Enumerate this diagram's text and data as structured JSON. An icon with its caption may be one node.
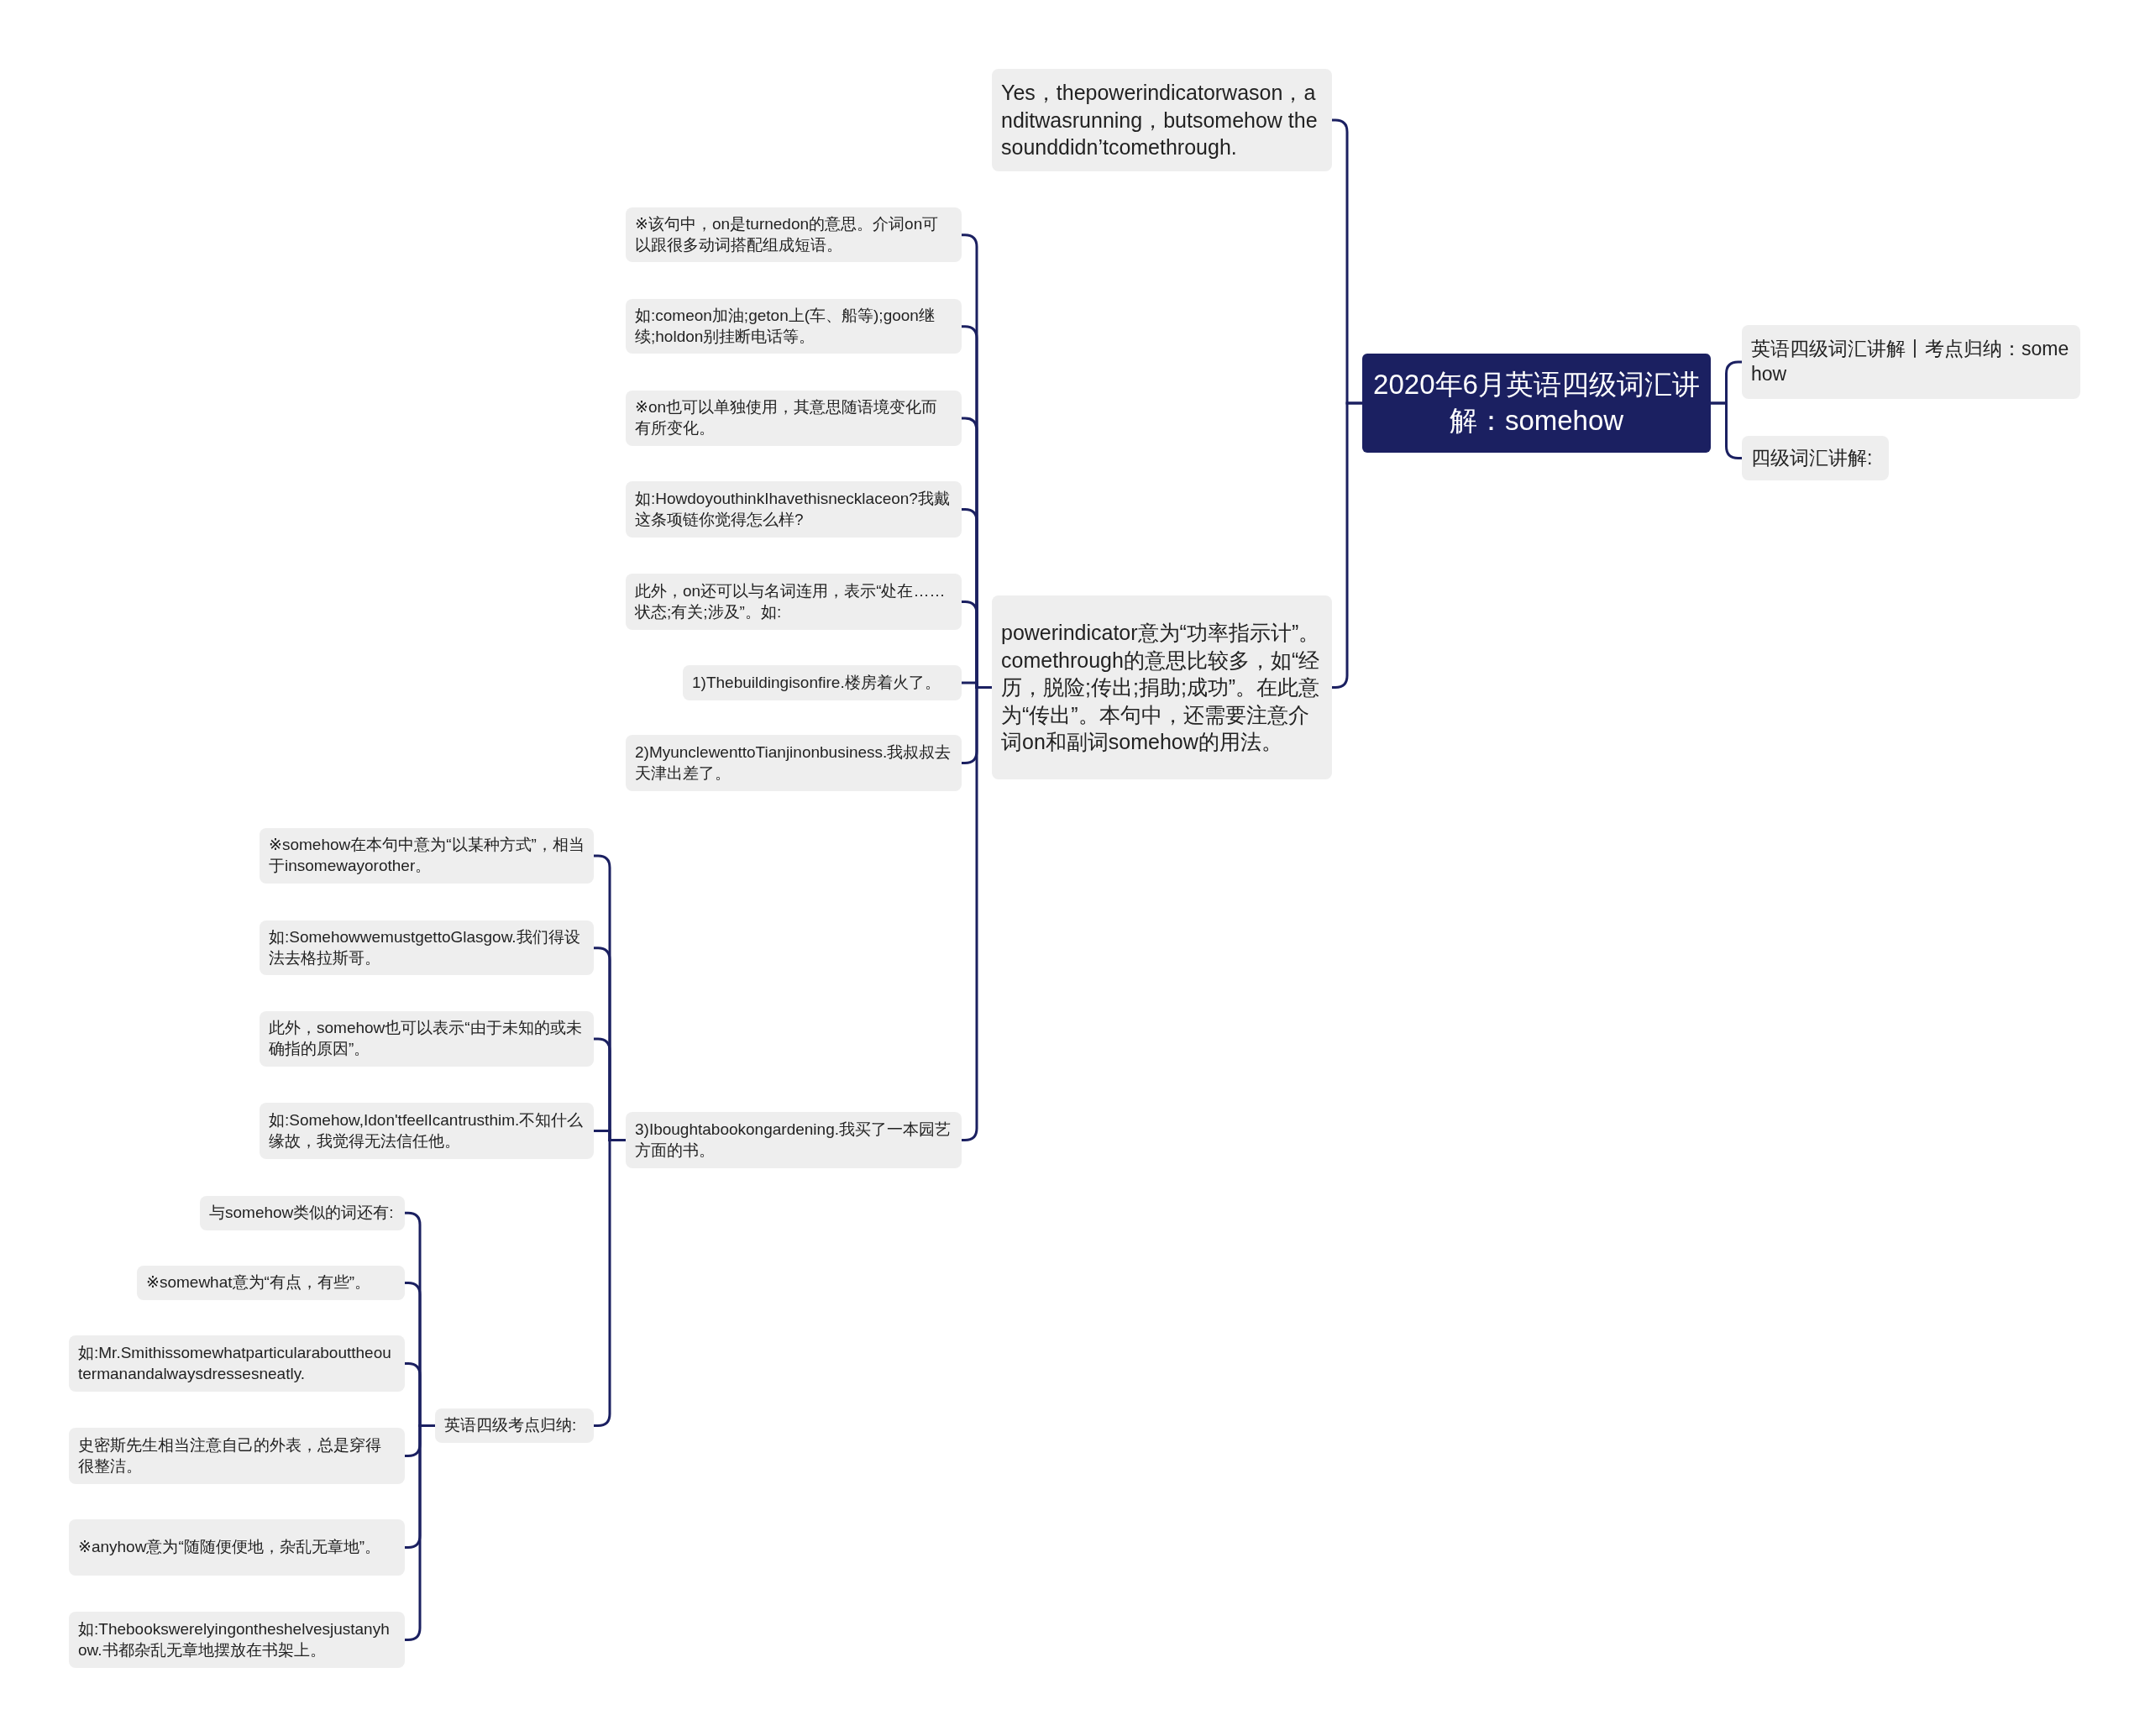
{
  "diagram": {
    "nodes": [
      {
        "text": [
          "2020年6月英语四级词汇讲解：somehow"
        ]
      },
      {
        "text": [
          "英语四级词汇讲解丨考点归纳：somehow"
        ]
      },
      {
        "text": [
          "四级词汇讲解:"
        ]
      },
      {
        "text": [
          "Yes，thepowerindicatorwason，anditwasrunning，butsomehow thesounddidn’tcomethrough."
        ]
      },
      {
        "text": [
          "powerindicator意为“功率指示计”。comethrough的意思比较多，如“经历，脱险;传出;捐助;成功”。在此意为“传出”。本句中，还需要注意介词on和副词somehow的用法。"
        ]
      },
      {
        "text": [
          "※该句中，on是turnedon的意思。介词on可以跟很多动词搭配组成短语。"
        ]
      },
      {
        "text": [
          "如:comeon加油;geton上(车、船等);goon继续;holdon别挂断电话等。"
        ]
      },
      {
        "text": [
          "※on也可以单独使用，其意思随语境变化而有所变化。"
        ]
      },
      {
        "text": [
          "如:HowdoyouthinkIhavethisnecklaceon?我戴这条项链你觉得怎么样?"
        ]
      },
      {
        "text": [
          "此外，on还可以与名词连用，表示“处在……状态;有关;涉及”。如:"
        ]
      },
      {
        "text": [
          "1)Thebuildingisonfire.楼房着火了。"
        ]
      },
      {
        "text": [
          "2)MyunclewenttoTianjinonbusiness.我叔叔去天津出差了。"
        ]
      },
      {
        "text": [
          "3)Iboughtabookongardening.我买了一本园艺方面的书。"
        ]
      },
      {
        "text": [
          "※somehow在本句中意为“以某种方式”，相当于insomewayorother。"
        ]
      },
      {
        "text": [
          "如:SomehowwemustgettoGlasgow.我们得设法去格拉斯哥。"
        ]
      },
      {
        "text": [
          "此外，somehow也可以表示“由于未知的或未确指的原因”。"
        ]
      },
      {
        "text": [
          "如:Somehow,Idon'tfeelIcantrusthim.不知什么缘故，我觉得无法信任他。"
        ]
      },
      {
        "text": [
          "英语四级考点归纳:"
        ]
      },
      {
        "text": [
          "与somehow类似的词还有:"
        ]
      },
      {
        "text": [
          "※somewhat意为“有点，有些”。"
        ]
      },
      {
        "text": [
          "如:Mr.Smithissomewhatparticularabouttheoutermanandalwaysdressesneatly."
        ]
      },
      {
        "text": [
          "史密斯先生相当注意自己的外表，总是穿得很整洁。"
        ]
      },
      {
        "text": [
          "※anyhow意为“随随便便地，杂乱无章地”。"
        ]
      },
      {
        "text": [
          "如:Thebookswerelyingontheshelvesjustanyhow.书都杂乱无章地摆放在书架上。"
        ]
      }
    ],
    "edges": [
      {
        "from": 0,
        "to": 1,
        "arrow": "none"
      },
      {
        "from": 0,
        "to": 2,
        "arrow": "none"
      },
      {
        "from": 0,
        "to": 3,
        "arrow": "none"
      },
      {
        "from": 0,
        "to": 4,
        "arrow": "none"
      },
      {
        "from": 4,
        "to": 5,
        "arrow": "none"
      },
      {
        "from": 4,
        "to": 6,
        "arrow": "none"
      },
      {
        "from": 4,
        "to": 7,
        "arrow": "none"
      },
      {
        "from": 4,
        "to": 8,
        "arrow": "none"
      },
      {
        "from": 4,
        "to": 9,
        "arrow": "none"
      },
      {
        "from": 4,
        "to": 10,
        "arrow": "none"
      },
      {
        "from": 4,
        "to": 11,
        "arrow": "none"
      },
      {
        "from": 4,
        "to": 12,
        "arrow": "none"
      },
      {
        "from": 12,
        "to": 13,
        "arrow": "none"
      },
      {
        "from": 12,
        "to": 14,
        "arrow": "none"
      },
      {
        "from": 12,
        "to": 15,
        "arrow": "none"
      },
      {
        "from": 12,
        "to": 16,
        "arrow": "none"
      },
      {
        "from": 12,
        "to": 17,
        "arrow": "none"
      },
      {
        "from": 17,
        "to": 18,
        "arrow": "none"
      },
      {
        "from": 17,
        "to": 19,
        "arrow": "none"
      },
      {
        "from": 17,
        "to": 20,
        "arrow": "none"
      },
      {
        "from": 17,
        "to": 21,
        "arrow": "none"
      },
      {
        "from": 17,
        "to": 22,
        "arrow": "none"
      },
      {
        "from": 17,
        "to": 23,
        "arrow": "none"
      }
    ]
  }
}
